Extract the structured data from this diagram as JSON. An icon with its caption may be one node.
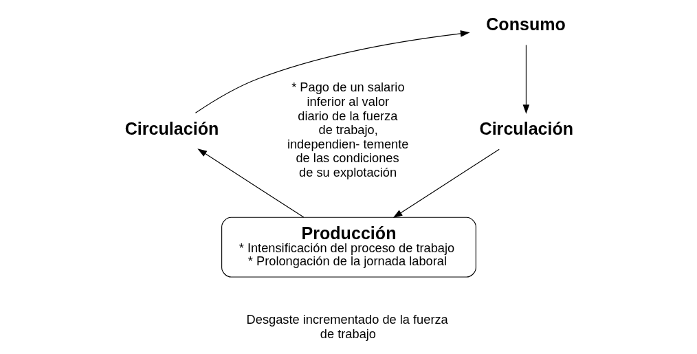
{
  "diagram": {
    "nodes": [
      {
        "text": [
          "Consumo"
        ]
      },
      {
        "text": [
          "Circulación"
        ]
      },
      {
        "text": [
          "Producción",
          "* Intensificación del proceso de trabajo",
          "* Prolongación de la jornada laboral"
        ],
        "beside": [
          "Desgaste incrementado de la fuerza de trabajo"
        ]
      },
      {
        "text": [
          "Circulación"
        ]
      }
    ],
    "edges": [
      {
        "from": 0,
        "to": 1,
        "arrow": "to"
      },
      {
        "from": 1,
        "to": 2,
        "arrow": "to"
      },
      {
        "from": 2,
        "to": 3,
        "arrow": "to"
      },
      {
        "from": 3,
        "to": 0,
        "arrow": "to"
      }
    ],
    "labels": [
      "* Pago de un salario inferior al valor diario de la fuerza de trabajo, independien- temente de las condiciones de su explotación"
    ]
  }
}
